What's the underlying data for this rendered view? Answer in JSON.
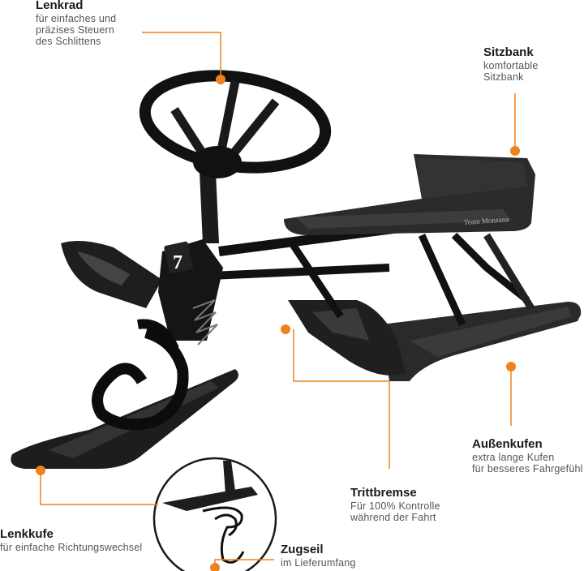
{
  "accent_color": "#f0821e",
  "product": {
    "number_plate": "7",
    "seat_brand": "Team Monzana"
  },
  "callouts": {
    "lenkrad": {
      "title": "Lenkrad",
      "desc_line1": "für einfaches und",
      "desc_line2": "präzises Steuern",
      "desc_line3": "des Schlittens"
    },
    "sitzbank": {
      "title": "Sitzbank",
      "desc_line1": "komfortable",
      "desc_line2": "Sitzbank"
    },
    "aussenkufen": {
      "title": "Außenkufen",
      "desc_line1": "extra lange Kufen",
      "desc_line2": "für besseres Fahrgefühl"
    },
    "trittbremse": {
      "title": "Trittbremse",
      "desc_line1": "Für 100% Kontrolle",
      "desc_line2": "während der Fahrt"
    },
    "lenkkufe": {
      "title": "Lenkkufe",
      "desc_line1": "für einfache Richtungswechsel"
    },
    "zugseil": {
      "title": "Zugseil",
      "desc_line1": "im Lieferumfang"
    }
  }
}
